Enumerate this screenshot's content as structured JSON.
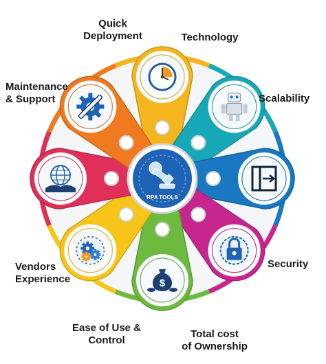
{
  "center": {
    "label": "RPA TOOLS",
    "color": "#1e63b5"
  },
  "petals": [
    {
      "id": "quick-deployment",
      "label": [
        "Quick",
        "Deployment"
      ],
      "color": "#f5b51e",
      "icon": "clock-icon"
    },
    {
      "id": "technology",
      "label": [
        "Technology"
      ],
      "color": "#17a9b8",
      "icon": "robot-icon"
    },
    {
      "id": "scalability",
      "label": [
        "Scalability"
      ],
      "color": "#1a78c2",
      "icon": "scale-box-icon"
    },
    {
      "id": "security",
      "label": [
        "Security"
      ],
      "color": "#c8268f",
      "icon": "padlock-icon"
    },
    {
      "id": "total-cost-of-ownership",
      "label": [
        "Total cost",
        "of Ownership"
      ],
      "color": "#6cba3e",
      "icon": "money-bag-icon"
    },
    {
      "id": "ease-of-use-control",
      "label": [
        "Ease of Use &",
        "Control"
      ],
      "color": "#f7c51a",
      "icon": "gears-icon"
    },
    {
      "id": "vendors-experience",
      "label": [
        "Vendors",
        "Experience"
      ],
      "color": "#e0305a",
      "icon": "handshake-globe-icon"
    },
    {
      "id": "maintenance-support",
      "label": [
        "Maintenance",
        "& Support"
      ],
      "color": "#f07a1f",
      "icon": "gear-wrench-icon"
    }
  ],
  "ring_colors": [
    "#f5b51e",
    "#17a9b8",
    "#1a78c2",
    "#c8268f",
    "#6cba3e",
    "#f7c51a",
    "#e0305a",
    "#f07a1f"
  ]
}
